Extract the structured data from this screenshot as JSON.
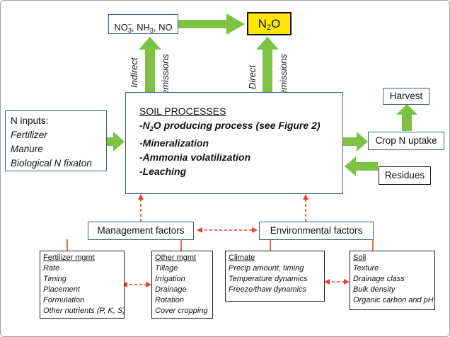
{
  "top": {
    "precursors": {
      "no3": "NO",
      "no3_sub": "3",
      "no3_sup": "–",
      "sep1": ", NH",
      "nh3_sub": "3",
      "sep2": ", NO"
    },
    "n2o": {
      "n": "N",
      "sub": "2",
      "o": "O"
    }
  },
  "arrows": {
    "indirect": "Indirect",
    "indirect_em": "emissions",
    "direct": "Direct",
    "direct_em": "emissions"
  },
  "n_inputs": {
    "title": "N inputs:",
    "items": [
      "Fertilizer",
      "Manure",
      "Biological N fixaton"
    ]
  },
  "soil": {
    "title": "SOIL PROCESSES",
    "p1_a": "-N",
    "p1_sub": "2",
    "p1_b": "O producing process (see Figure 2)",
    "items": [
      "-Mineralization",
      "-Ammonia volatilization",
      "-Leaching"
    ]
  },
  "crop": {
    "uptake": "Crop N uptake",
    "harvest": "Harvest",
    "residues": "Residues"
  },
  "factors": {
    "management": "Management factors",
    "environmental": "Environmental factors"
  },
  "fert_mgmt": {
    "title": "Fertilizer mgmt",
    "items": [
      "Rate",
      "Timing",
      "Placement",
      "Formulation",
      "Other nutrients (P, K, S)"
    ]
  },
  "other_mgmt": {
    "title": "Other mgmt",
    "items": [
      "Tillage",
      "Irrigation",
      "Drainage",
      "Rotation",
      "Cover cropping"
    ]
  },
  "climate": {
    "title": "Climate",
    "items": [
      "Precip amount, timing",
      "Temperature dynamics",
      "Freeze/thaw dynamics"
    ]
  },
  "soil_props": {
    "title": "Soil",
    "items": [
      "Texture",
      "Drainage class",
      "Bulk density",
      "Organic carbon and pH"
    ]
  },
  "colors": {
    "green": "#7dc242",
    "red": "#e8402a",
    "blue": "#3f5f86",
    "yellow": "#ffe600"
  }
}
